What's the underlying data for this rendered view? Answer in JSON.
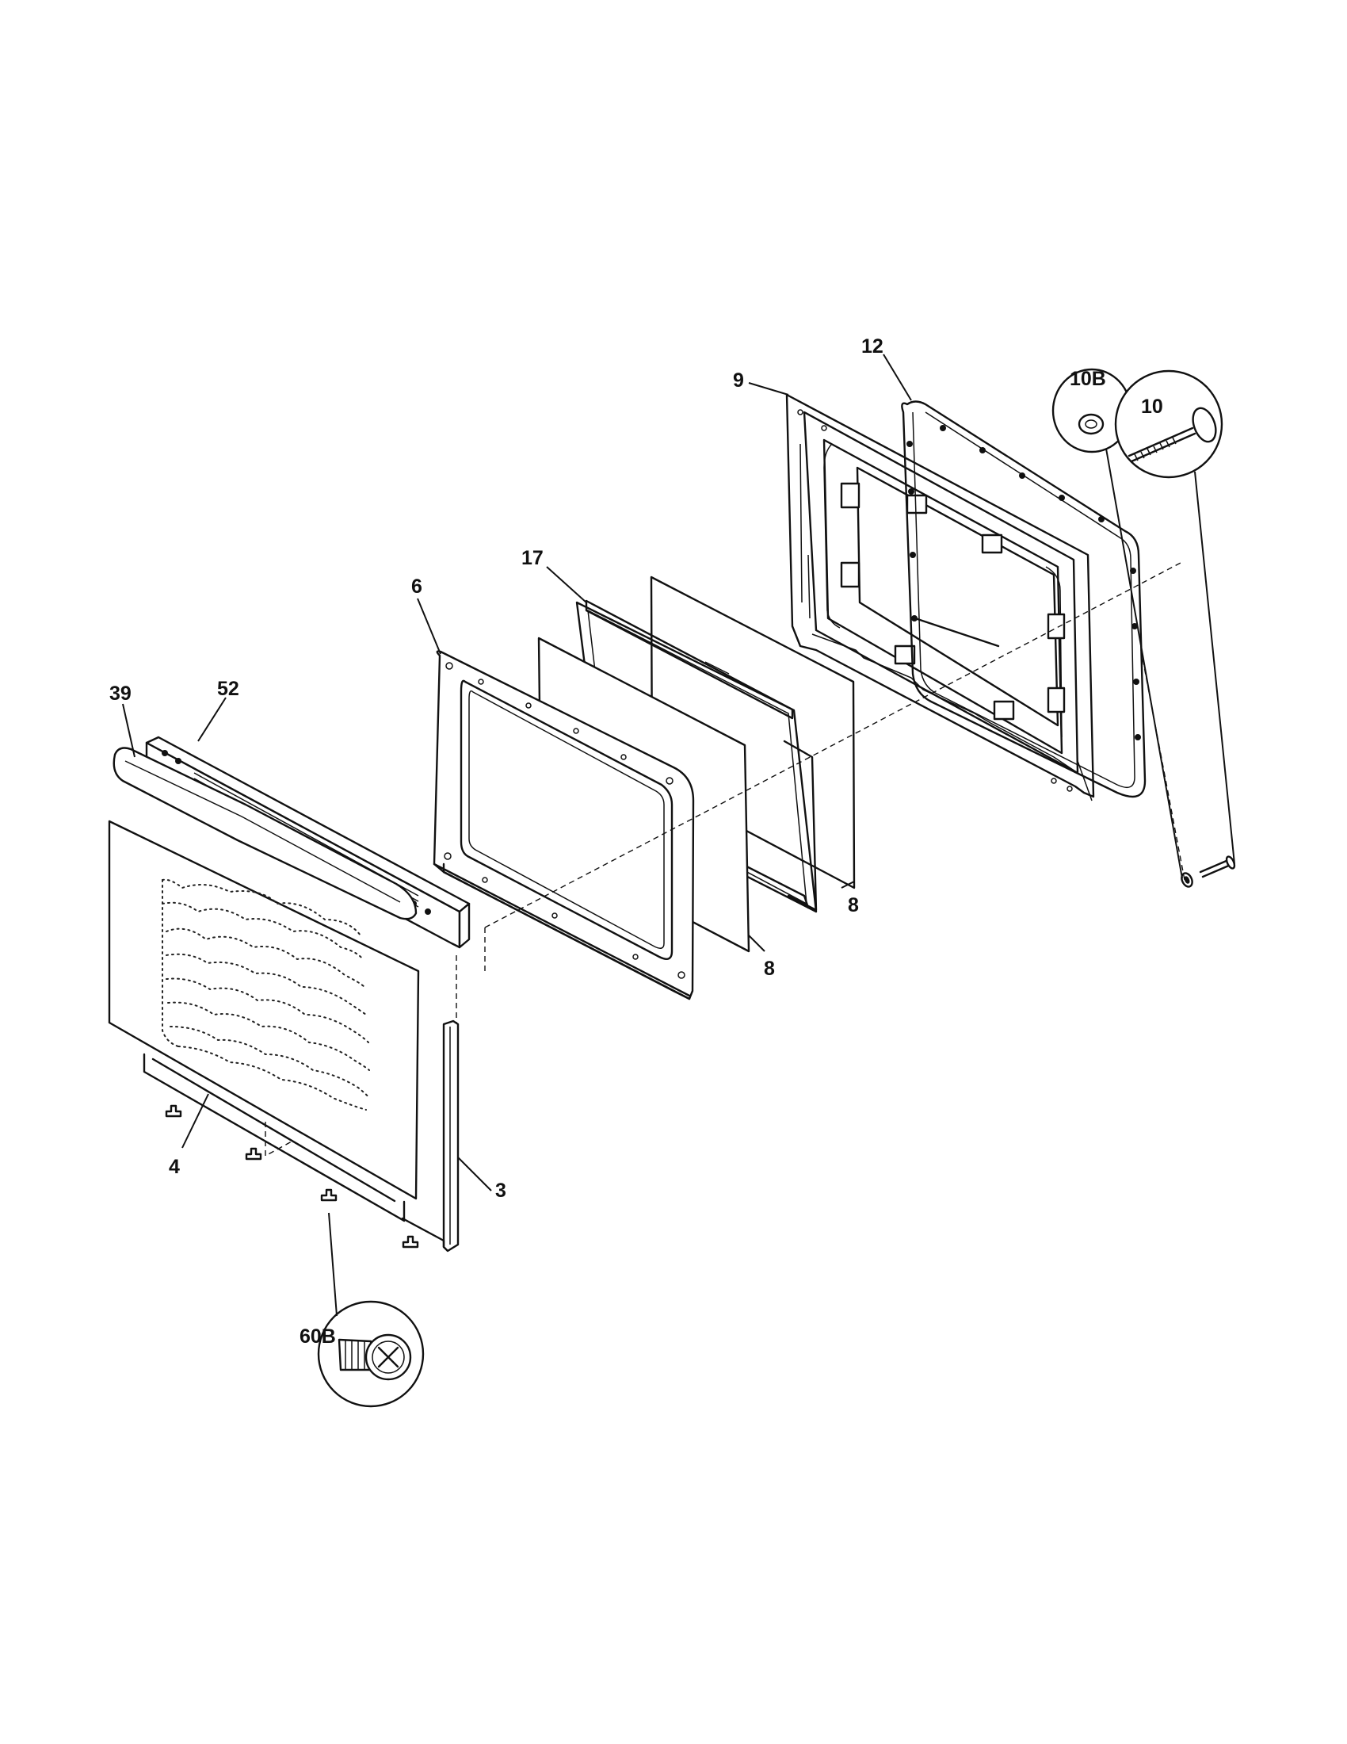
{
  "diagram": {
    "callouts": {
      "p3": "3",
      "p4": "4",
      "p6": "6",
      "p8a": "8",
      "p8b": "8",
      "p9": "9",
      "p10": "10",
      "p10b": "10B",
      "p12": "12",
      "p17": "17",
      "p39": "39",
      "p52": "52",
      "p60b": "60B"
    },
    "parts": [
      "door-front-panel",
      "door-trim",
      "inner-door-frame",
      "door-glass",
      "door-liner",
      "door-bolt",
      "washer",
      "door-gasket",
      "glass-retainer",
      "door-handle",
      "handle-trim",
      "screw"
    ]
  }
}
